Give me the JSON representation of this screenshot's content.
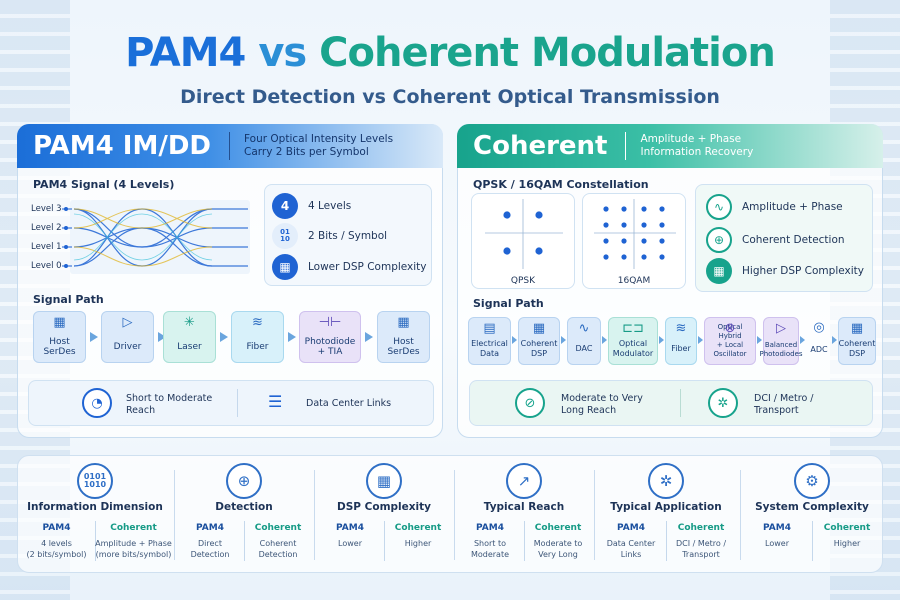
{
  "title": {
    "pam": "PAM4",
    "vs": "vs",
    "coherent": "Coherent Modulation"
  },
  "subtitle": "Direct Detection vs Coherent Optical Transmission",
  "pam4": {
    "header_title": "PAM4 IM/DD",
    "header_desc": [
      "Four Optical Intensity Levels",
      "Carry 2 Bits per Symbol"
    ],
    "signal_label": "PAM4 Signal (4 Levels)",
    "levels": [
      "Level 3",
      "Level 2",
      "Level 1",
      "Level 0"
    ],
    "features": [
      {
        "icon": "4",
        "label": "4 Levels"
      },
      {
        "icon": "0101",
        "label": "2 Bits / Symbol"
      },
      {
        "icon": "chip-icon",
        "label": "Lower DSP Complexity"
      }
    ],
    "signal_path_label": "Signal Path",
    "path": [
      {
        "icon": "chip-icon",
        "label": [
          "Host",
          "SerDes"
        ]
      },
      {
        "icon": "driver-icon",
        "label": [
          "Driver"
        ]
      },
      {
        "icon": "laser-icon",
        "label": [
          "Laser"
        ]
      },
      {
        "icon": "fiber-icon",
        "label": [
          "Fiber"
        ]
      },
      {
        "icon": "photodiode-icon",
        "label": [
          "Photodiode",
          "+ TIA"
        ]
      },
      {
        "icon": "chip-icon",
        "label": [
          "Host",
          "SerDes"
        ]
      }
    ],
    "reach": [
      "Short to Moderate",
      "Reach"
    ],
    "application": "Data Center Links"
  },
  "coherent": {
    "header_title": "Coherent",
    "header_desc": [
      "Amplitude + Phase",
      "Information Recovery"
    ],
    "constellation_label": "QPSK / 16QAM Constellation",
    "qpsk_label": "QPSK",
    "qam_label": "16QAM",
    "features": [
      {
        "icon": "wave-icon",
        "label": "Amplitude + Phase"
      },
      {
        "icon": "target-icon",
        "label": "Coherent Detection"
      },
      {
        "icon": "chip-icon",
        "label": "Higher DSP Complexity"
      }
    ],
    "signal_path_label": "Signal Path",
    "path": [
      {
        "icon": "document-icon",
        "label": [
          "Electrical",
          "Data"
        ]
      },
      {
        "icon": "chip-icon",
        "label": [
          "Coherent",
          "DSP"
        ]
      },
      {
        "icon": "wave-icon",
        "label": [
          "DAC"
        ]
      },
      {
        "icon": "modulator-icon",
        "label": [
          "Optical",
          "Modulator"
        ]
      },
      {
        "icon": "fiber-icon",
        "label": [
          "Fiber"
        ]
      },
      {
        "icon": "hybrid-icon",
        "label": [
          "Optical Hybrid",
          "+ Local Oscillator"
        ]
      },
      {
        "icon": "photodiode-icon",
        "label": [
          "Balanced",
          "Photodiodes"
        ]
      },
      {
        "icon": "adc-icon",
        "label": [
          "ADC"
        ]
      },
      {
        "icon": "chip-icon",
        "label": [
          "Coherent",
          "DSP"
        ]
      }
    ],
    "reach": [
      "Moderate to Very",
      "Long Reach"
    ],
    "application": [
      "DCI / Metro /",
      "Transport"
    ]
  },
  "comparison": [
    {
      "icon": "binary-icon",
      "title": "Information Dimension",
      "pam": [
        "4 levels",
        "(2 bits/symbol)"
      ],
      "coh": [
        "Amplitude + Phase",
        "(more bits/symbol)"
      ]
    },
    {
      "icon": "target-icon",
      "title": "Detection",
      "pam": [
        "Direct",
        "Detection"
      ],
      "coh": [
        "Coherent",
        "Detection"
      ]
    },
    {
      "icon": "chip-icon",
      "title": "DSP Complexity",
      "pam": [
        "Lower"
      ],
      "coh": [
        "Higher"
      ]
    },
    {
      "icon": "trend-icon",
      "title": "Typical Reach",
      "pam": [
        "Short to",
        "Moderate"
      ],
      "coh": [
        "Moderate to",
        "Very Long"
      ]
    },
    {
      "icon": "network-icon",
      "title": "Typical Application",
      "pam": [
        "Data Center",
        "Links"
      ],
      "coh": [
        "DCI / Metro /",
        "Transport"
      ]
    },
    {
      "icon": "gear-icon",
      "title": "System Complexity",
      "pam": [
        "Lower"
      ],
      "coh": [
        "Higher"
      ]
    }
  ],
  "comparison_headers": {
    "pam": "PAM4",
    "coh": "Coherent"
  },
  "colors": {
    "pam_accent": "#1a6fd9",
    "coh_accent": "#1aa48d"
  }
}
